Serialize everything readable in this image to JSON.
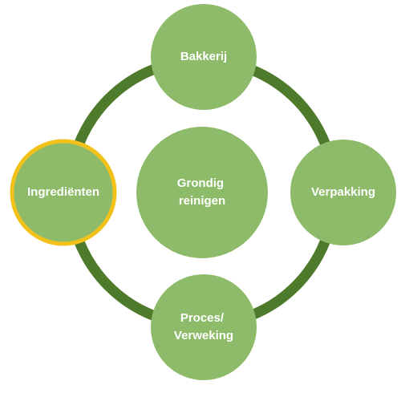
{
  "diagram": {
    "center": {
      "lines": [
        "Grondig",
        "reinigen"
      ]
    },
    "nodes": {
      "top": {
        "lines": [
          "Bakkerij"
        ]
      },
      "right": {
        "lines": [
          "Verpakking"
        ]
      },
      "bottom": {
        "lines": [
          "Proces/",
          "Verweking"
        ]
      },
      "left": {
        "lines": [
          "Ingrediënten"
        ],
        "highlighted": true
      }
    },
    "colors": {
      "ring": "#4e7a2c",
      "node_fill": "#8dbb69",
      "highlight_border": "#f2c21a",
      "text": "#ffffff"
    }
  }
}
